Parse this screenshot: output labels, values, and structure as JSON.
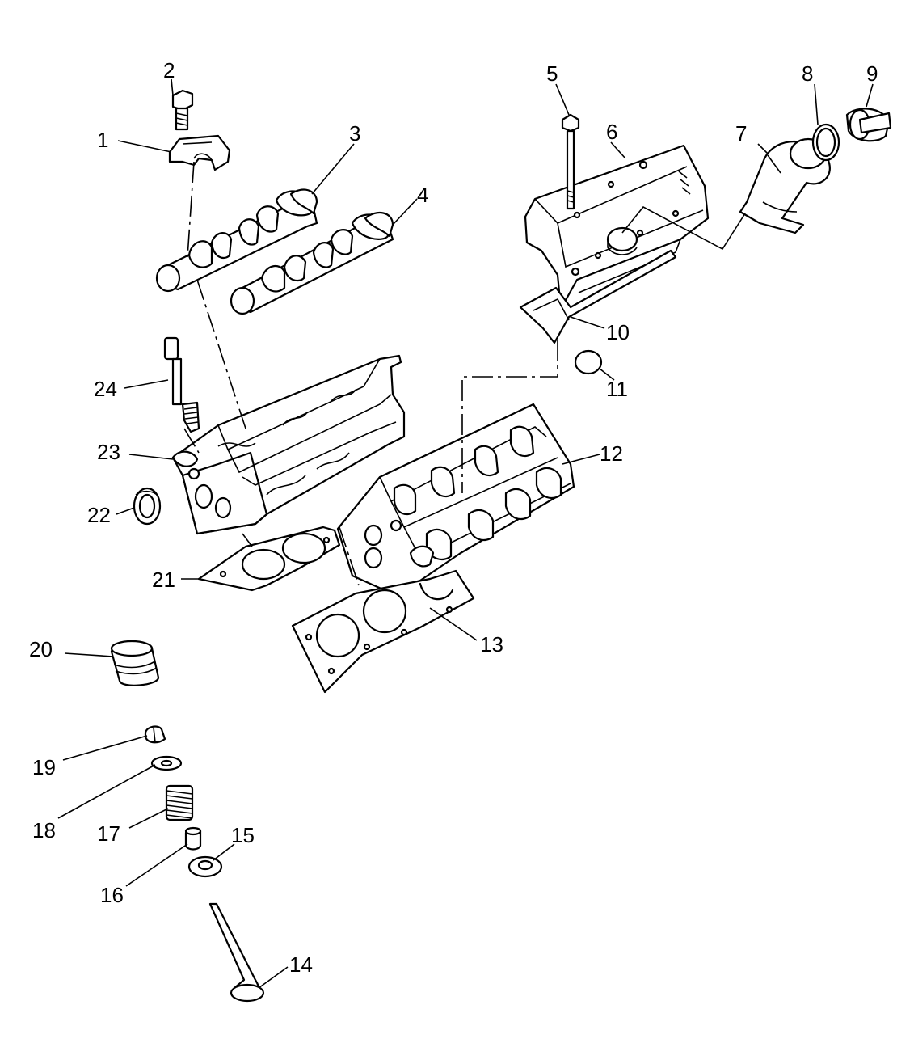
{
  "callouts": [
    {
      "id": "c1",
      "label": "1"
    },
    {
      "id": "c2",
      "label": "2"
    },
    {
      "id": "c3",
      "label": "3"
    },
    {
      "id": "c4",
      "label": "4"
    },
    {
      "id": "c5",
      "label": "5"
    },
    {
      "id": "c6",
      "label": "6"
    },
    {
      "id": "c7",
      "label": "7"
    },
    {
      "id": "c8",
      "label": "8"
    },
    {
      "id": "c9",
      "label": "9"
    },
    {
      "id": "c10",
      "label": "10"
    },
    {
      "id": "c11",
      "label": "11"
    },
    {
      "id": "c12",
      "label": "12"
    },
    {
      "id": "c13",
      "label": "13"
    },
    {
      "id": "c14",
      "label": "14"
    },
    {
      "id": "c15",
      "label": "15"
    },
    {
      "id": "c16",
      "label": "16"
    },
    {
      "id": "c17",
      "label": "17"
    },
    {
      "id": "c18",
      "label": "18"
    },
    {
      "id": "c19",
      "label": "19"
    },
    {
      "id": "c20",
      "label": "20"
    },
    {
      "id": "c21",
      "label": "21"
    },
    {
      "id": "c22",
      "label": "22"
    },
    {
      "id": "c23",
      "label": "23"
    },
    {
      "id": "c24",
      "label": "24"
    }
  ],
  "colors": {
    "line": "#000000",
    "background": "#ffffff"
  }
}
